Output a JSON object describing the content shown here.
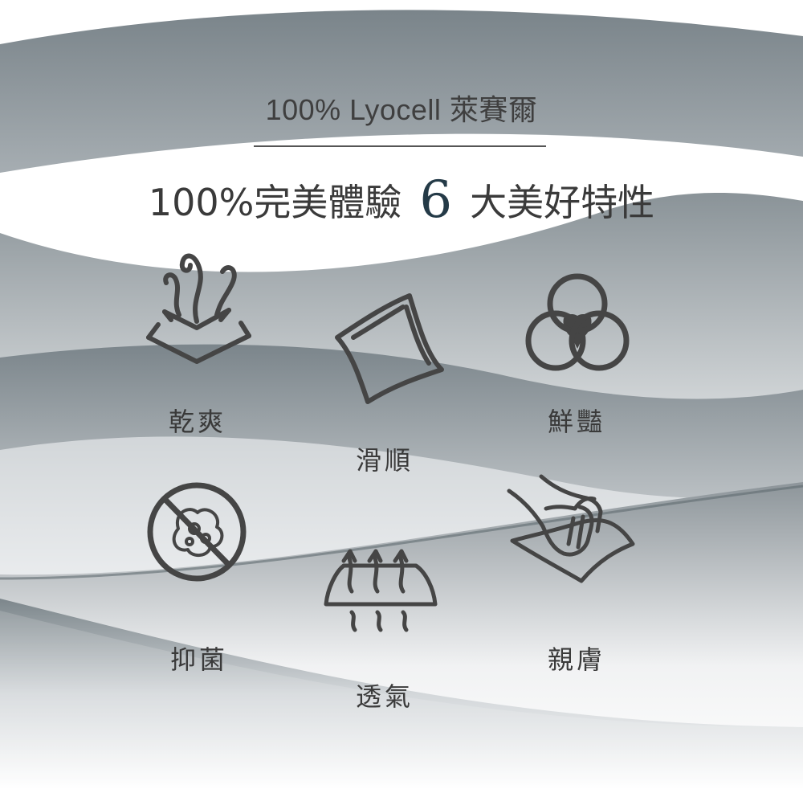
{
  "header": {
    "subtitle": "100% Lyocell 萊賽爾",
    "headline_before": "100%完美體驗",
    "headline_number": "6",
    "headline_after": "大美好特性"
  },
  "features": [
    {
      "label": "乾爽",
      "icon": "dry-icon"
    },
    {
      "label": "滑順",
      "icon": "smooth-fabric-icon"
    },
    {
      "label": "鮮豔",
      "icon": "color-circles-icon"
    },
    {
      "label": "抑菌",
      "icon": "no-bacteria-icon"
    },
    {
      "label": "透氣",
      "icon": "breathable-icon"
    },
    {
      "label": "親膚",
      "icon": "hand-touch-icon"
    }
  ],
  "colors": {
    "icon": "#454545",
    "text": "#3a3a3a",
    "accent_number": "#243a47",
    "wave_dark": "#7c868c",
    "wave_light": "#ffffff"
  }
}
